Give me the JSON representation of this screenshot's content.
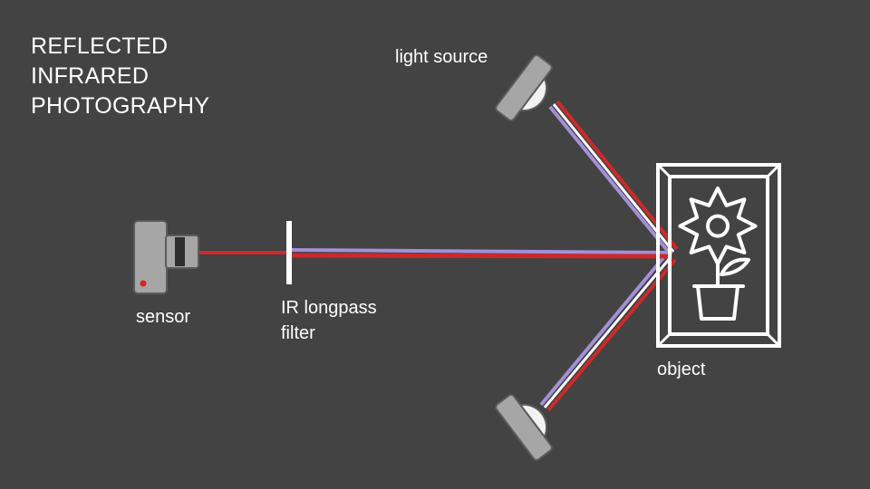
{
  "title": {
    "lines": [
      "REFLECTED",
      "INFRARED",
      "PHOTOGRAPHY"
    ]
  },
  "labels": {
    "light_source": "light source",
    "sensor": "sensor",
    "filter_line1": "IR longpass",
    "filter_line2": "filter",
    "object": "object"
  },
  "colors": {
    "background": "#434343",
    "infrared_beam": "#cc2a2a",
    "visible_beam": "#a390d8",
    "white_light": "#ffffff",
    "device_body": "#a6a6a6"
  }
}
